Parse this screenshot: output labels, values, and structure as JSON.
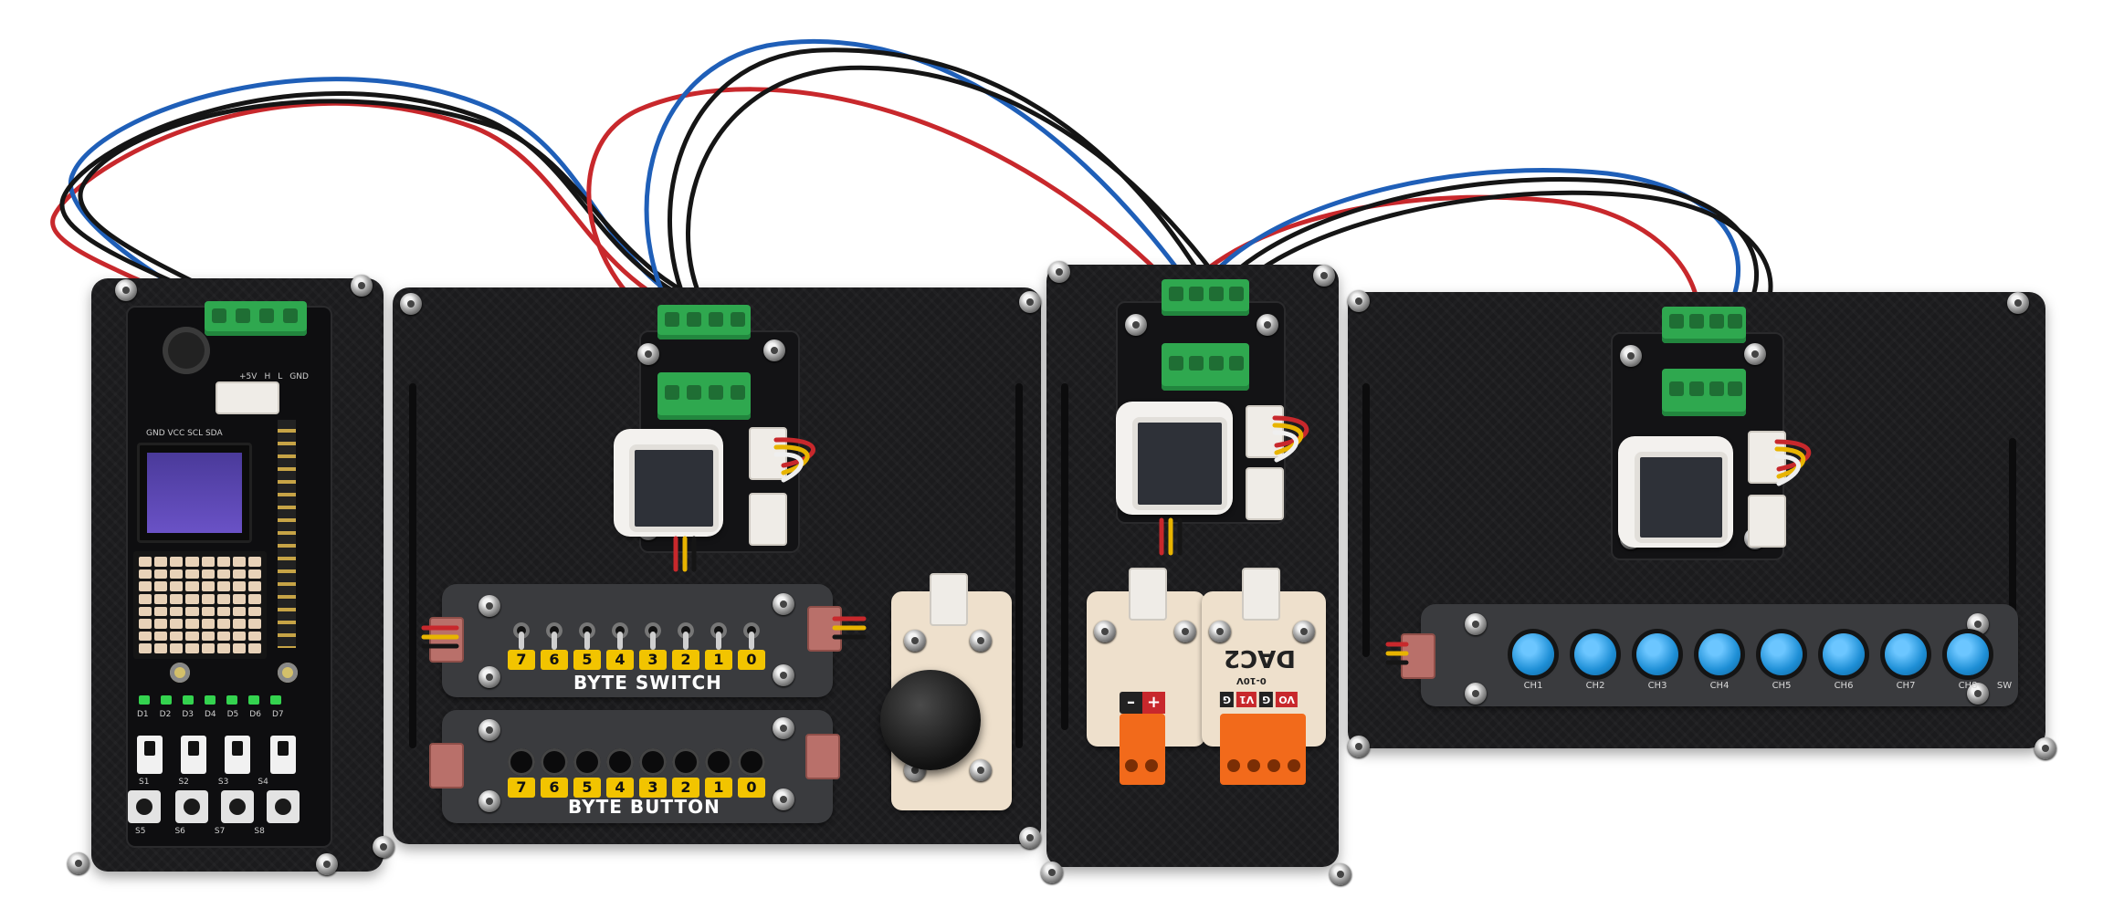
{
  "panel_b": {
    "bit_labels": [
      "7",
      "6",
      "5",
      "4",
      "3",
      "2",
      "1",
      "0"
    ],
    "switch_label": "BYTE SWITCH",
    "button_label": "BYTE BUTTON"
  },
  "panel_c": {
    "dac_label": "DAC2",
    "dac_range": "0-10V",
    "dac_pins": [
      "VO",
      "G",
      "V1",
      "G"
    ],
    "polarity": [
      "–",
      "+"
    ]
  },
  "panel_d": {
    "channels": [
      "CH1",
      "CH2",
      "CH3",
      "CH4",
      "CH5",
      "CH6",
      "CH7",
      "CH8"
    ],
    "switch_label": "SW"
  },
  "panel_a": {
    "header_pins": [
      "+5V",
      "H",
      "L",
      "GND"
    ],
    "oled_pins": "GND VCC SCL SDA",
    "led_labels": [
      "D1",
      "D2",
      "D3",
      "D4",
      "D5",
      "D6",
      "D7"
    ],
    "switch_labels": [
      "S1",
      "S2",
      "S3",
      "S4"
    ],
    "button_labels": [
      "S5",
      "S6",
      "S7",
      "S8"
    ]
  },
  "colors": {
    "plate": "#1b1b1d",
    "wire_red": "#c8282c",
    "wire_blue": "#1f5fb8",
    "wire_black": "#151515",
    "wire_yellow": "#e8b400",
    "terminal_green": "#2fa84f",
    "knob_blue": "#1e8fd6",
    "key_yellow": "#f2c400",
    "dac_orange": "#f26a1b"
  }
}
